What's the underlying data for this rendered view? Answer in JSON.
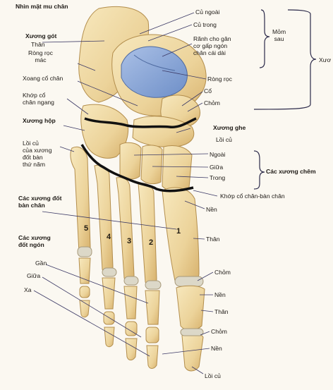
{
  "title": "Nhìn mặt mu chân",
  "left_labels": {
    "xuong_got": "Xương gót",
    "than": "Thân",
    "rong_roc_mac": "Ròng rọc\nmác",
    "xoang_co_chan": "Xoang cổ chân",
    "khop_co_chan_ngang": "Khớp cổ\nchân ngang",
    "xuong_hop": "Xương hộp",
    "loi_cu_xuong_dot_ban_5": "Lồi củ\ncủa xương\nđốt bàn\nthứ năm",
    "cac_xuong_dot_ban_chan": "Các xương đốt\nbàn chân",
    "cac_xuong_dot_ngon": "Các xương\nđốt ngón",
    "gan": "Gần",
    "giua": "Giữa",
    "xa": "Xa"
  },
  "right_labels": {
    "cu_ngoai": "Củ ngoài",
    "cu_trong": "Củ trong",
    "ranh_gan_co_gap": "Rãnh cho gân\ncơ gấp ngón\nchân cái dài",
    "mom_sau": "Mỏm\nsau",
    "xuong_partial": "Xươ",
    "rong_roc": "Ròng rọc",
    "co": "Cổ",
    "chom_sen": "Chỏm",
    "xuong_ghe": "Xương ghe",
    "loi_cu": "Lồi củ",
    "ngoai": "Ngoài",
    "giua": "Giữa",
    "trong": "Trong",
    "cac_xuong_chem": "Các xương chêm",
    "khop_co_chan_ban_chan": "Khớp cổ chân-bàn chân",
    "nen_1": "Nền",
    "than": "Thân",
    "chom_2": "Chỏm",
    "nen_2": "Nền",
    "than_2": "Thân",
    "chom_3": "Chỏm",
    "nen_3": "Nền",
    "loi_cu_bottom": "Lồi củ"
  },
  "metatarsal_numbers": [
    "1",
    "2",
    "3",
    "4",
    "5"
  ],
  "colors": {
    "bone": "#efd9a0",
    "bone_edge": "#b38e4d",
    "cartilage": "#dcd8c8",
    "talus_blue": "#8aa7d6",
    "joint_line": "#111111",
    "leader": "#3c3a66"
  }
}
